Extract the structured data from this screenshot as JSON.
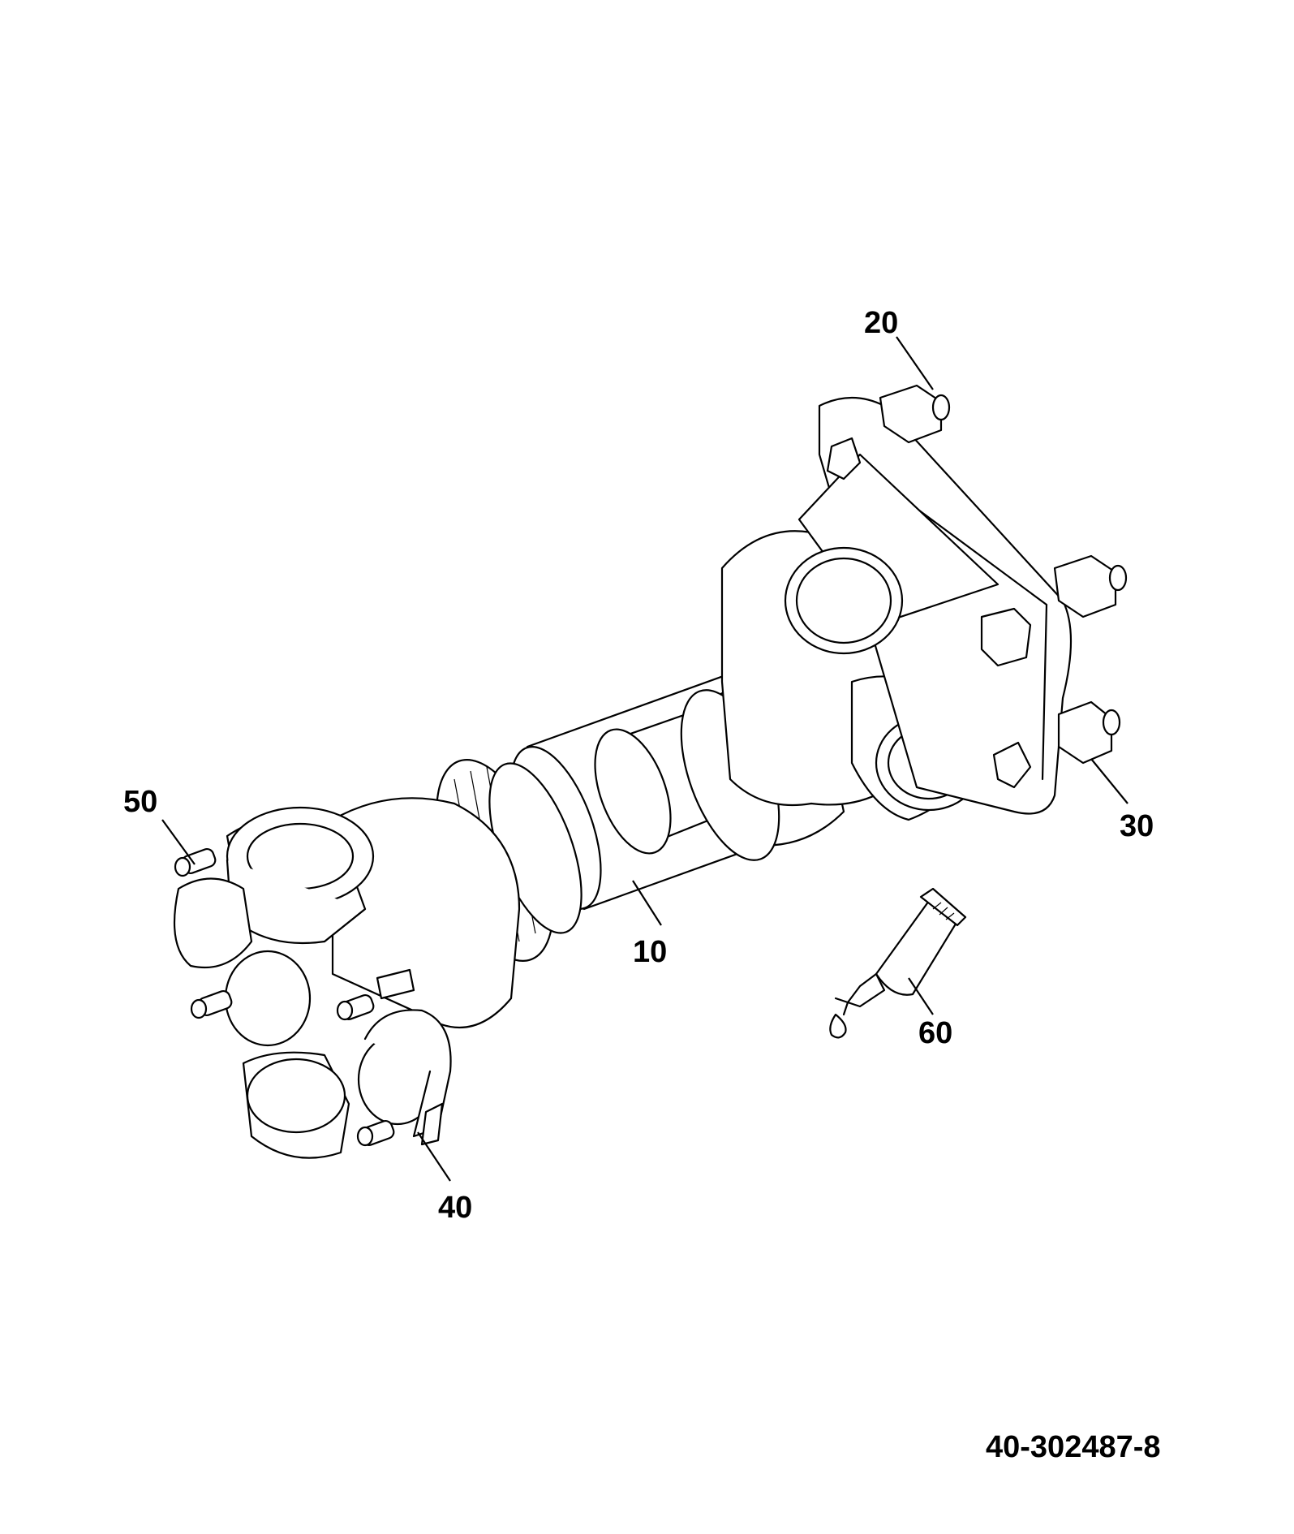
{
  "callouts": {
    "c10": "10",
    "c20": "20",
    "c30": "30",
    "c40": "40",
    "c50": "50",
    "c60": "60"
  },
  "document_number": "40-302487-8",
  "colors": {
    "line": "#000000",
    "background": "#ffffff"
  }
}
